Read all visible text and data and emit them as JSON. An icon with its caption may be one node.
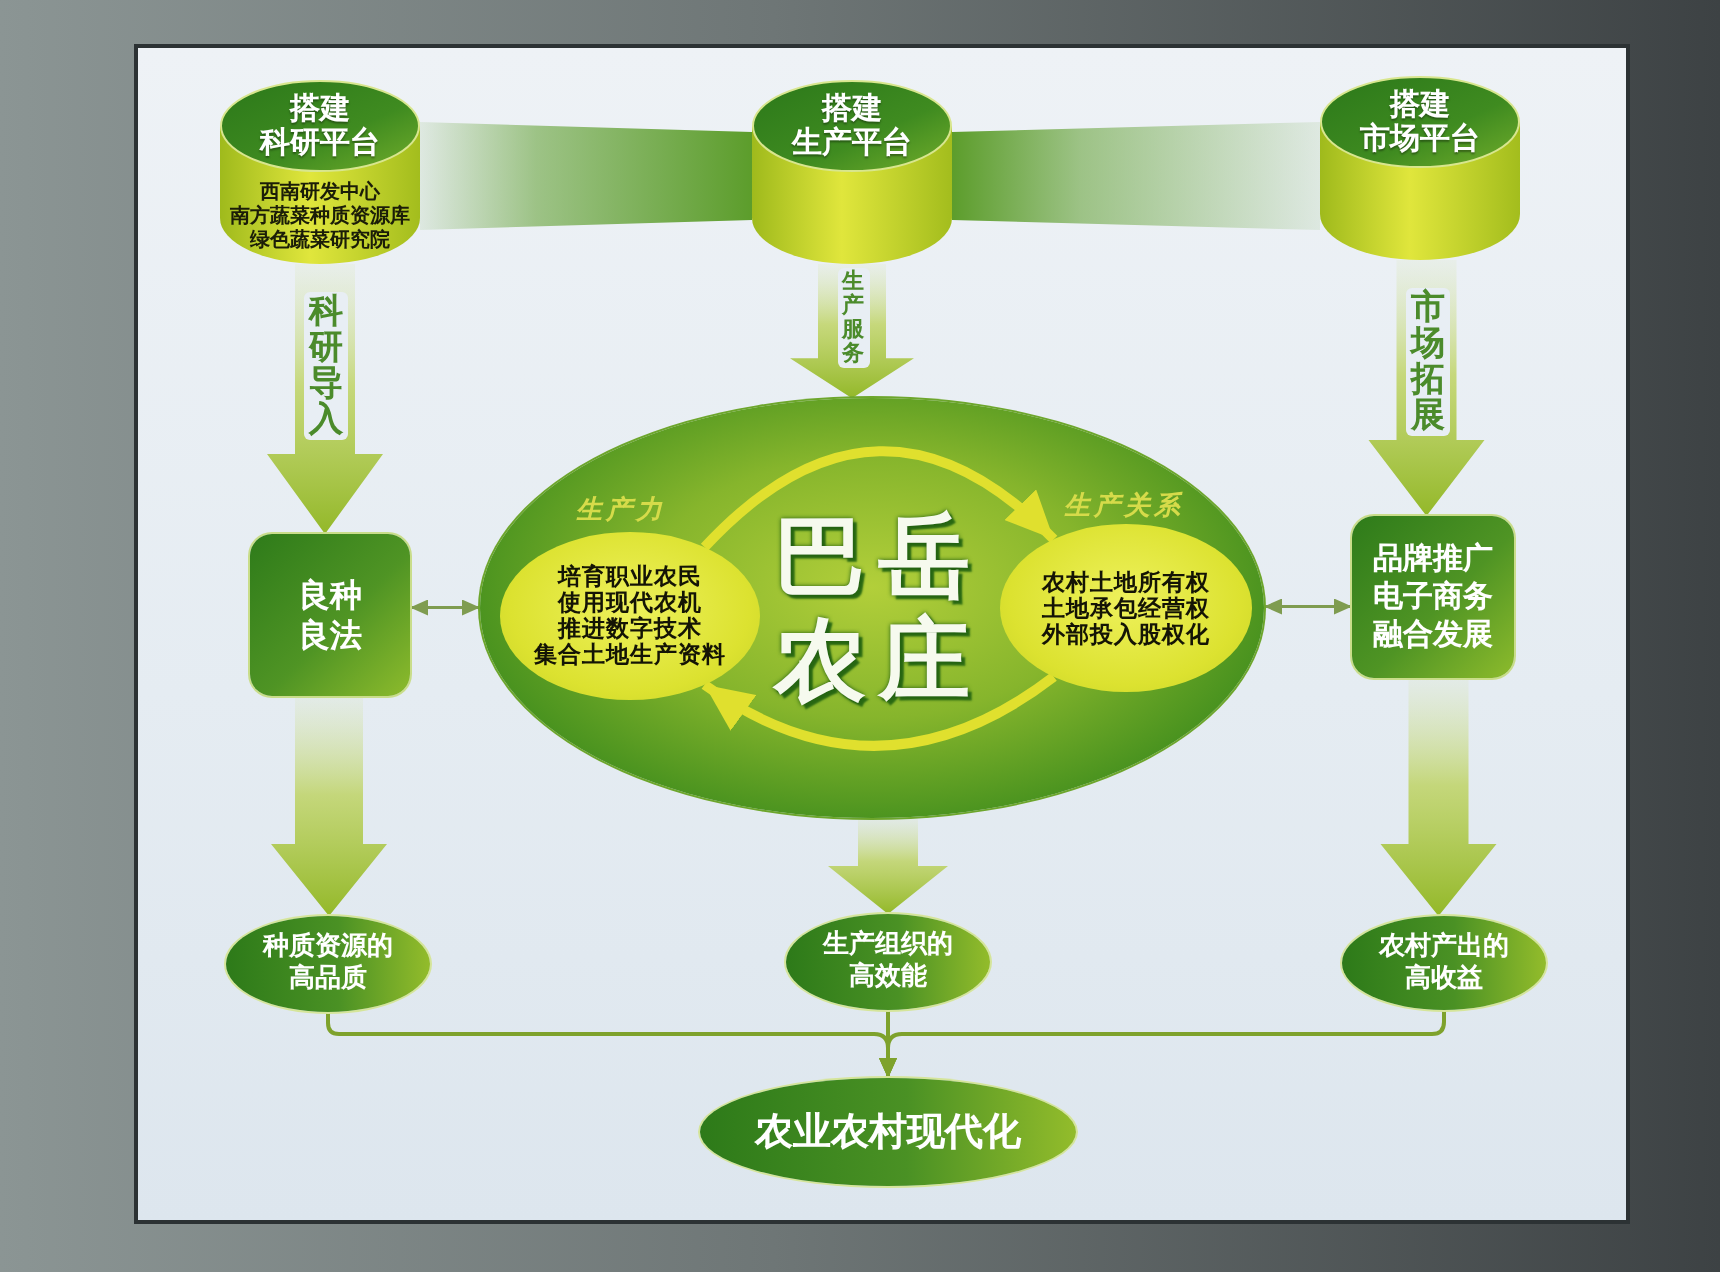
{
  "diagram": {
    "nodes": [
      {
        "text": [
          "搭建科研平台",
          "西南研发中心",
          "南方蔬菜种质资源库",
          "绿色蔬菜研究院"
        ]
      },
      {
        "text": [
          "搭建生产平台"
        ]
      },
      {
        "text": [
          "搭建市场平台"
        ]
      },
      {
        "text": [
          "良种良法"
        ]
      },
      {
        "text": [
          "巴岳农庄"
        ]
      },
      {
        "text": [
          "生产力",
          "培育职业农民",
          "使用现代农机",
          "推进数字技术",
          "集合土地生产资料"
        ],
        "in": 4
      },
      {
        "text": [
          "生产关系",
          "农村土地所有权",
          "土地承包经营权",
          "外部投入股权化"
        ],
        "in": 4
      },
      {
        "text": [
          "品牌推广",
          "电子商务",
          "融合发展"
        ]
      },
      {
        "text": [
          "种质资源的高品质"
        ]
      },
      {
        "text": [
          "生产组织的高效能"
        ]
      },
      {
        "text": [
          "农村产出的高收益"
        ]
      },
      {
        "text": [
          "农业农村现代化"
        ]
      }
    ],
    "edges": [
      {
        "from": 0,
        "to": 1,
        "arrow": "none",
        "style": "thick"
      },
      {
        "from": 1,
        "to": 2,
        "arrow": "none",
        "style": "thick"
      },
      {
        "from": 0,
        "to": 3,
        "arrow": "to",
        "label": "科研导入",
        "style": "thick"
      },
      {
        "from": 1,
        "to": 4,
        "arrow": "to",
        "label": "生产服务",
        "style": "thick"
      },
      {
        "from": 2,
        "to": 7,
        "arrow": "to",
        "label": "市场拓展",
        "style": "thick"
      },
      {
        "from": 3,
        "to": 4,
        "arrow": "both"
      },
      {
        "from": 4,
        "to": 7,
        "arrow": "both"
      },
      {
        "from": 5,
        "to": 6,
        "arrow": "to",
        "style": "thick",
        "color": "#e0e02e"
      },
      {
        "from": 6,
        "to": 5,
        "arrow": "to",
        "style": "thick",
        "color": "#e0e02e"
      },
      {
        "from": 3,
        "to": 8,
        "arrow": "to",
        "style": "thick"
      },
      {
        "from": 4,
        "to": 9,
        "arrow": "to",
        "style": "thick"
      },
      {
        "from": 7,
        "to": 10,
        "arrow": "to",
        "style": "thick"
      },
      {
        "from": 8,
        "to": 11,
        "arrow": "to"
      },
      {
        "from": 9,
        "to": 11,
        "arrow": "to"
      },
      {
        "from": 10,
        "to": 11,
        "arrow": "to"
      }
    ]
  }
}
